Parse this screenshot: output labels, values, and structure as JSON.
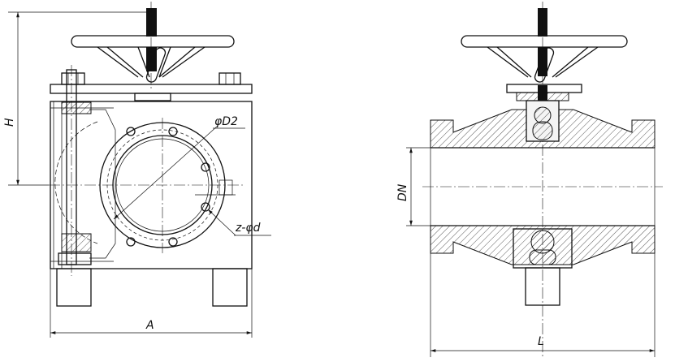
{
  "labels": {
    "height": "H",
    "flange_diameter": "φD2",
    "bolt_holes": "z-φd",
    "width": "A",
    "nominal_diameter": "DN",
    "length": "L"
  },
  "colors": {
    "line": "#111111",
    "background": "#ffffff"
  }
}
